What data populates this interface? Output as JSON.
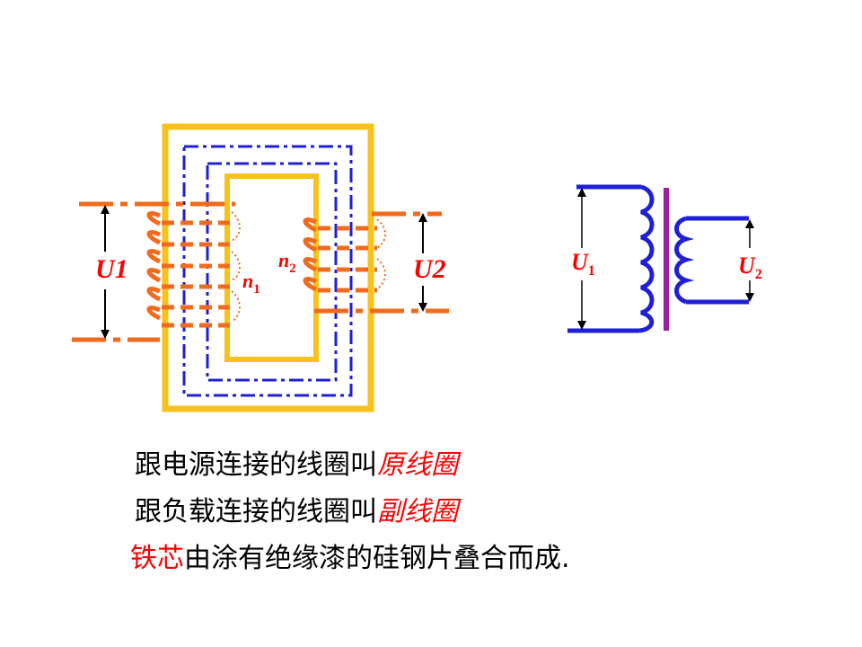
{
  "labels": {
    "u1_left": "U1",
    "u2_left": "U2",
    "n1_base": "n",
    "n1_sub": "1",
    "n2_base": "n",
    "n2_sub": "2",
    "u1_right_base": "U",
    "u1_right_sub": "1",
    "u2_right_base": "U",
    "u2_right_sub": "2"
  },
  "captions": {
    "line1_text": "跟电源连接的线圈叫",
    "line1_em": "原线圈",
    "line2_text": "跟负载连接的线圈叫",
    "line2_em": "副线圈",
    "line3_em": "铁芯",
    "line3_text": "由涂有绝缘漆的硅钢片叠合而成."
  },
  "colors": {
    "core": "#f7c21b",
    "flux": "#1f1fd6",
    "coil": "#f26a1b",
    "circuit": "#1f1fd6",
    "core_bar": "#9b1f9b",
    "label": "#ff0000",
    "text": "#000000"
  }
}
